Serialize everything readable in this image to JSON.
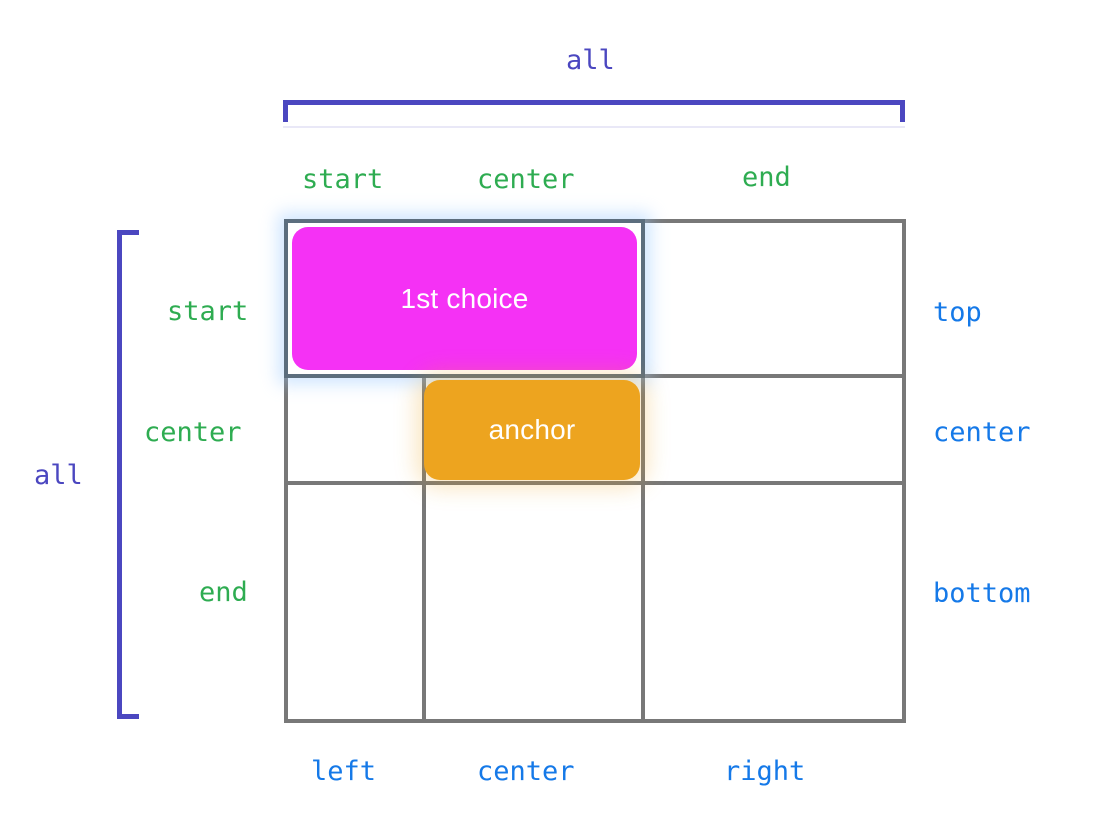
{
  "diagram": {
    "title_axis_labels": {
      "top_all": "all",
      "left_all": "all"
    },
    "logical_columns": [
      "start",
      "center",
      "end"
    ],
    "logical_rows": [
      "start",
      "center",
      "end"
    ],
    "physical_columns": [
      "left",
      "center",
      "right"
    ],
    "physical_rows": [
      "top",
      "center",
      "bottom"
    ],
    "boxes": {
      "first_choice": "1st choice",
      "anchor": "anchor"
    },
    "colors": {
      "all_label": "#4b47c0",
      "logical_label": "#2eac51",
      "physical_label": "#1579e8",
      "grid_border": "#787878",
      "highlight_border": "#5c6e7e",
      "first_choice_fill": "#f531f5",
      "anchor_fill": "#eda41f",
      "box_text": "#ffffff",
      "background": "#ffffff",
      "hairline": "#e9e8f7"
    }
  }
}
